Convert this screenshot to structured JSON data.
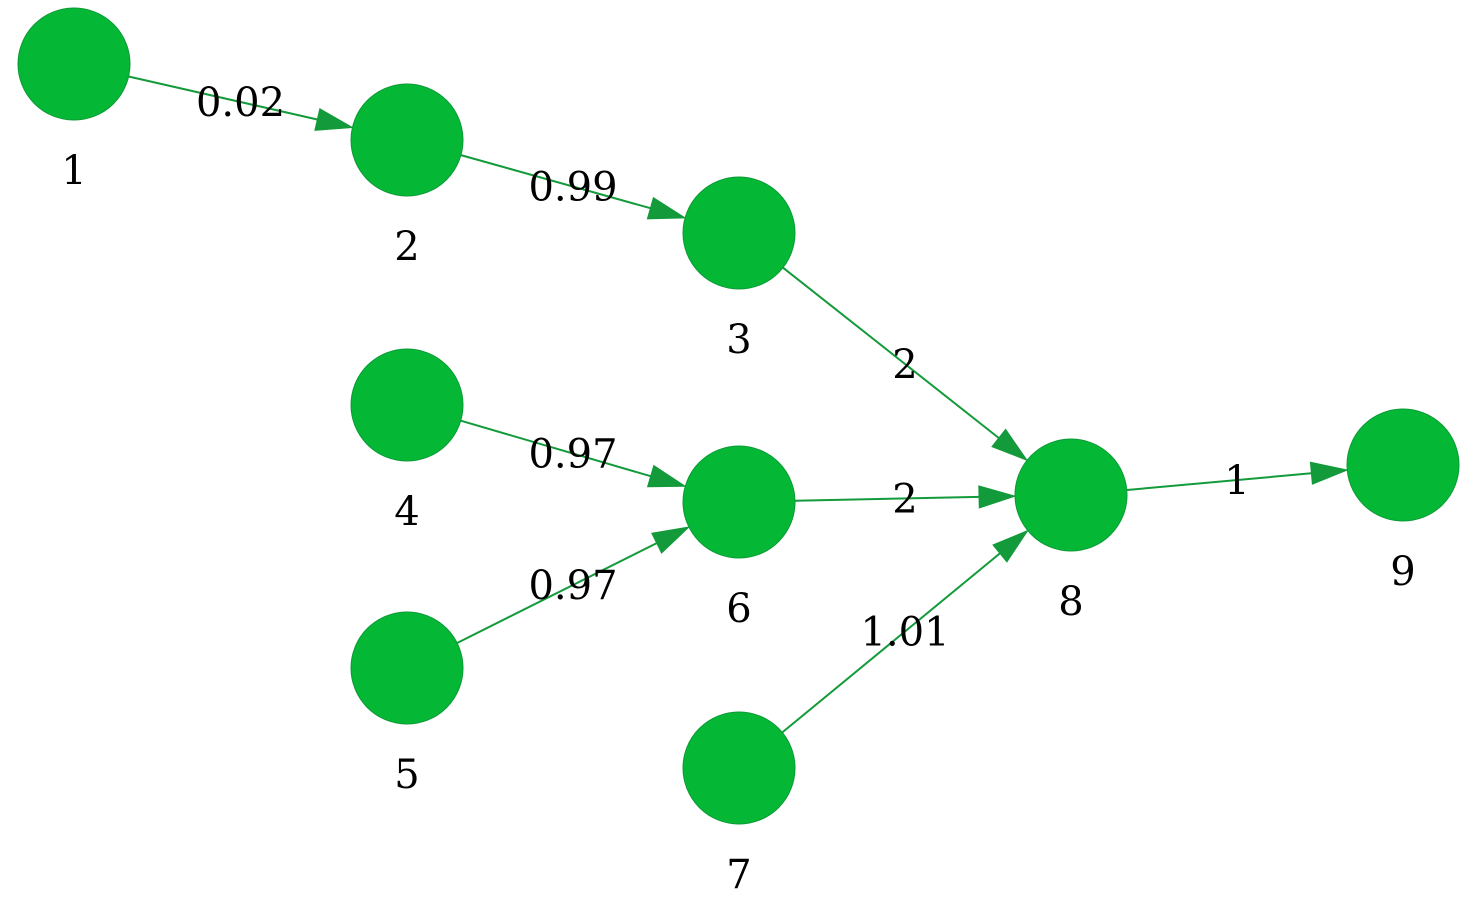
{
  "colors": {
    "node_fill": "#04b836",
    "edge": "#139a3a",
    "label": "#000000"
  },
  "nodes": [
    {
      "id": "1",
      "label": "1"
    },
    {
      "id": "2",
      "label": "2"
    },
    {
      "id": "3",
      "label": "3"
    },
    {
      "id": "4",
      "label": "4"
    },
    {
      "id": "5",
      "label": "5"
    },
    {
      "id": "6",
      "label": "6"
    },
    {
      "id": "7",
      "label": "7"
    },
    {
      "id": "8",
      "label": "8"
    },
    {
      "id": "9",
      "label": "9"
    }
  ],
  "edges": [
    {
      "from": "1",
      "to": "2",
      "label": "0.02"
    },
    {
      "from": "2",
      "to": "3",
      "label": "0.99"
    },
    {
      "from": "3",
      "to": "8",
      "label": "2"
    },
    {
      "from": "4",
      "to": "6",
      "label": "0.97"
    },
    {
      "from": "5",
      "to": "6",
      "label": "0.97"
    },
    {
      "from": "6",
      "to": "8",
      "label": "2"
    },
    {
      "from": "7",
      "to": "8",
      "label": "1.01"
    },
    {
      "from": "8",
      "to": "9",
      "label": "1"
    }
  ]
}
